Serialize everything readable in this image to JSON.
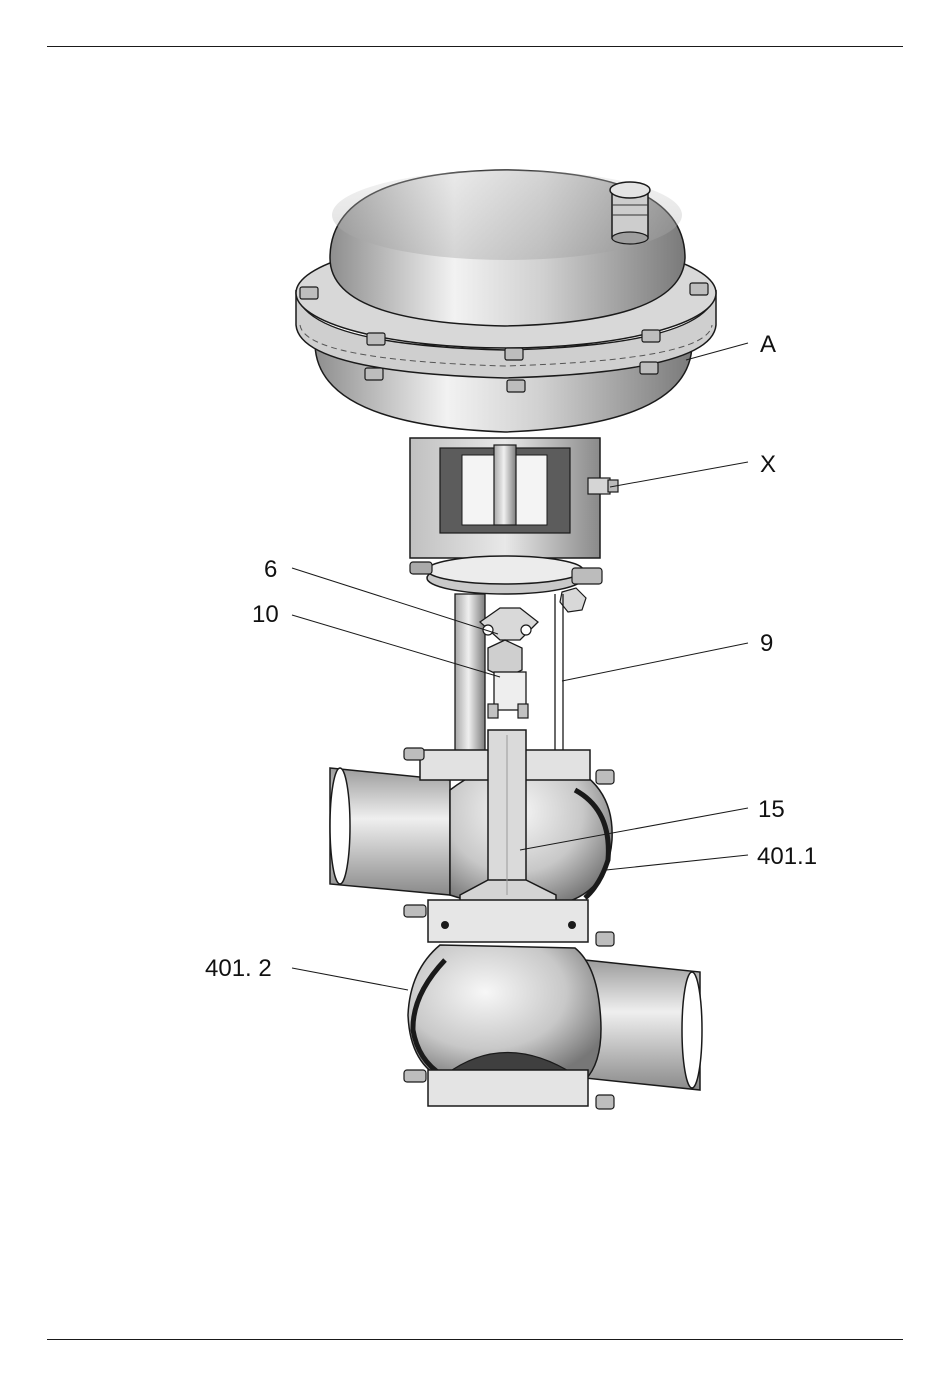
{
  "figure": {
    "callouts": {
      "A": "A",
      "X": "X",
      "p6": "6",
      "p10": "10",
      "p9": "9",
      "p15": "15",
      "p401_1": "401.1",
      "p401_2": "401. 2"
    }
  },
  "colors": {
    "line": "#1a1a1a",
    "metal_light": "#e6e6e6",
    "metal_mid": "#b9b9b9",
    "metal_dark": "#6e6e6e",
    "shadow": "#3a3a3a"
  }
}
